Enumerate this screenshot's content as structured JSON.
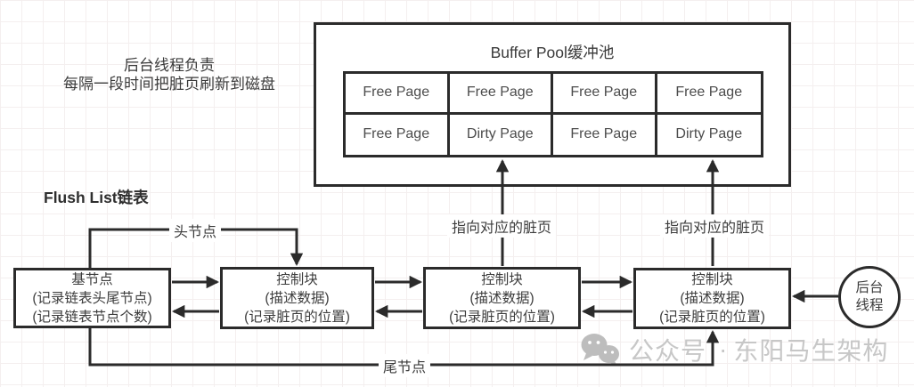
{
  "colors": {
    "ink": "#2b2b2b",
    "text": "#3d3d3d",
    "watermark": "#c7c7c7",
    "grid_line": "#f4efef"
  },
  "annotations": {
    "background_note": {
      "line1": "后台线程负责",
      "line2": "每隔一段时间把脏页刷新到磁盘"
    },
    "flush_list_title": "Flush List链表",
    "head_node_label": "头节点",
    "tail_node_label": "尾节点",
    "dirty_pointer_label_left": "指向对应的脏页",
    "dirty_pointer_label_right": "指向对应的脏页"
  },
  "buffer_pool": {
    "title": "Buffer Pool缓冲池",
    "cells": [
      [
        "Free Page",
        "Free Page",
        "Free Page",
        "Free Page"
      ],
      [
        "Free Page",
        "Dirty Page",
        "Free Page",
        "Dirty Page"
      ]
    ]
  },
  "flush_list": {
    "base_node": {
      "title": "基节点",
      "line2": "(记录链表头尾节点)",
      "line3": "(记录链表节点个数)"
    },
    "control_blocks": [
      {
        "title": "控制块",
        "line2": "(描述数据)",
        "line3": "(记录脏页的位置)"
      },
      {
        "title": "控制块",
        "line2": "(描述数据)",
        "line3": "(记录脏页的位置)"
      },
      {
        "title": "控制块",
        "line2": "(描述数据)",
        "line3": "(记录脏页的位置)"
      }
    ]
  },
  "background_thread": {
    "line1": "后台",
    "line2": "线程"
  },
  "watermark": {
    "icon": "wechat-icon",
    "label": "公众号",
    "separator": "·",
    "author": "东阳马生架构"
  }
}
